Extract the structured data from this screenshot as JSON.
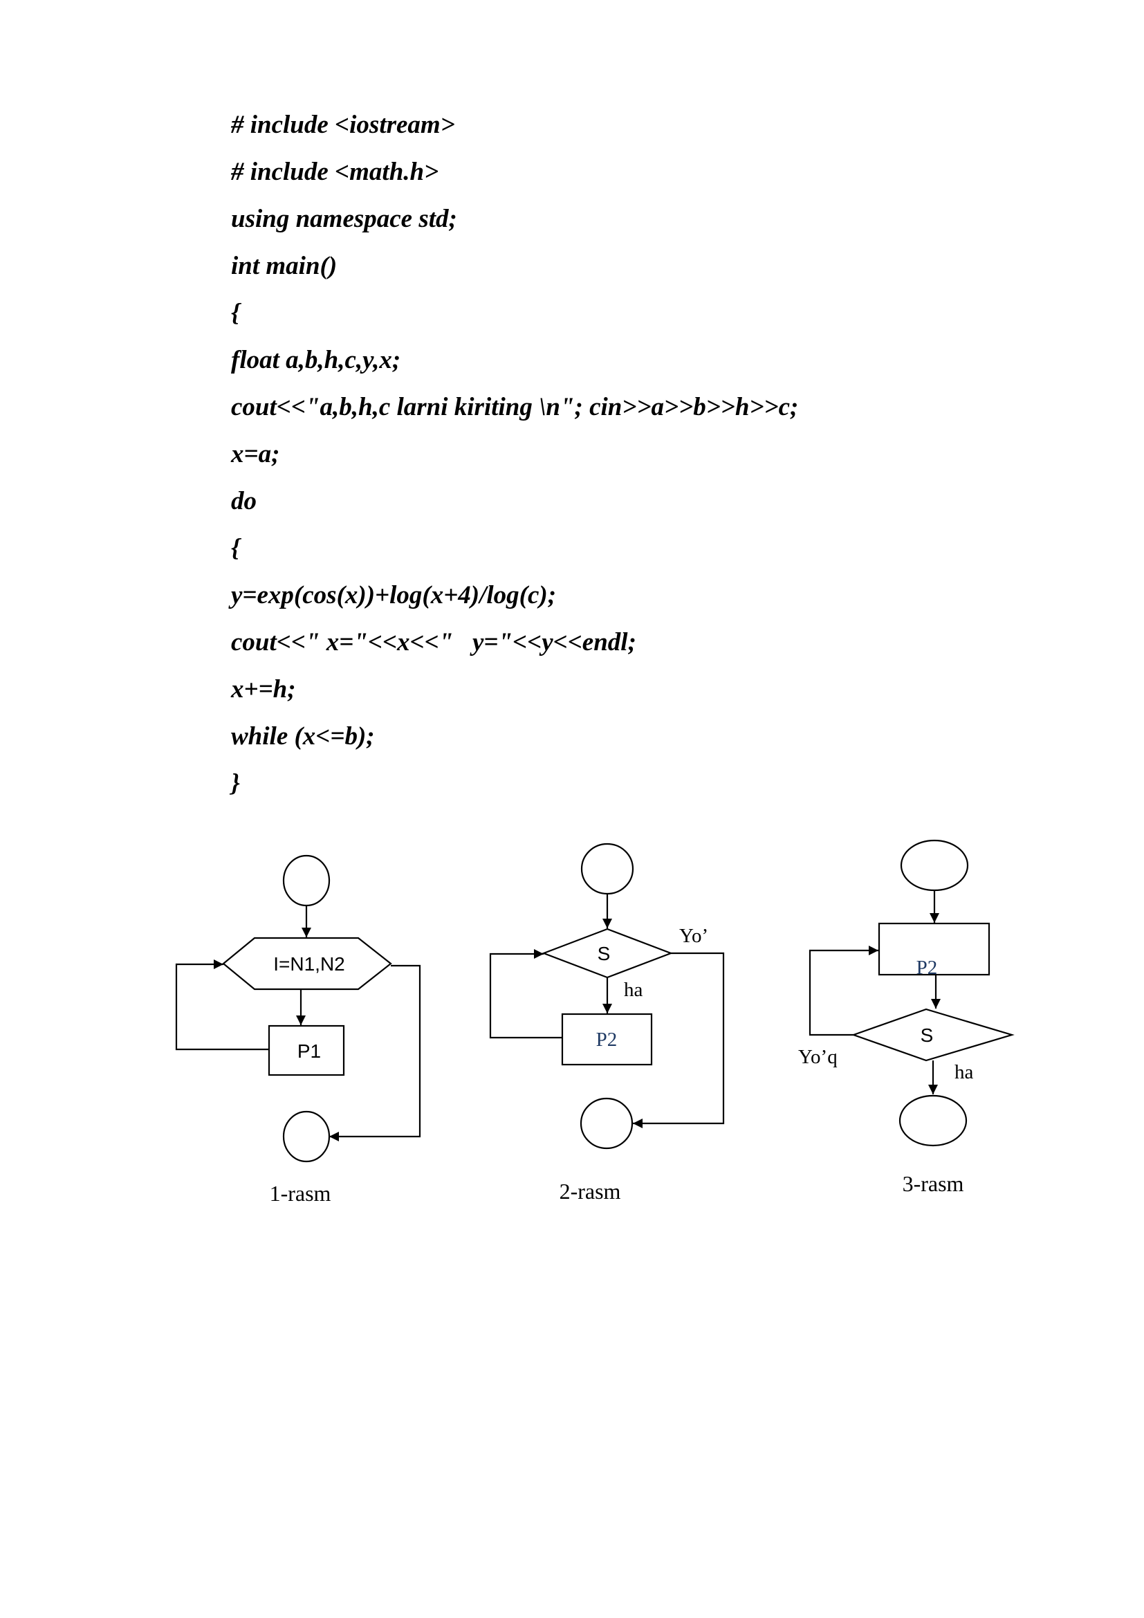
{
  "code": {
    "lines": [
      "# include <iostream>",
      "# include <math.h>",
      "using namespace std;",
      "int main()",
      "{",
      "float a,b,h,c,y,x;",
      "cout<<\"a,b,h,c larni kiriting \\n\"; cin>>a>>b>>h>>c;",
      "x=a;",
      "do",
      "{",
      "y=exp(cos(x))+log(x+4)/log(c);",
      "cout<<\" x=\"<<x<<\"   y=\"<<y<<endl;",
      "x+=h;",
      "while (x<=b);",
      "}"
    ]
  },
  "figures": {
    "fig1": {
      "loop_label": "I=N1,N2",
      "process_label": "P1",
      "caption": "1-rasm"
    },
    "fig2": {
      "condition_label": "S",
      "no_label": "Yo’",
      "yes_label": "ha",
      "process_label": "P2",
      "caption": "2-rasm"
    },
    "fig3": {
      "process_label": "P2",
      "condition_label": "S",
      "no_label": "Yo’q",
      "yes_label": "ha",
      "caption": "3-rasm"
    }
  }
}
